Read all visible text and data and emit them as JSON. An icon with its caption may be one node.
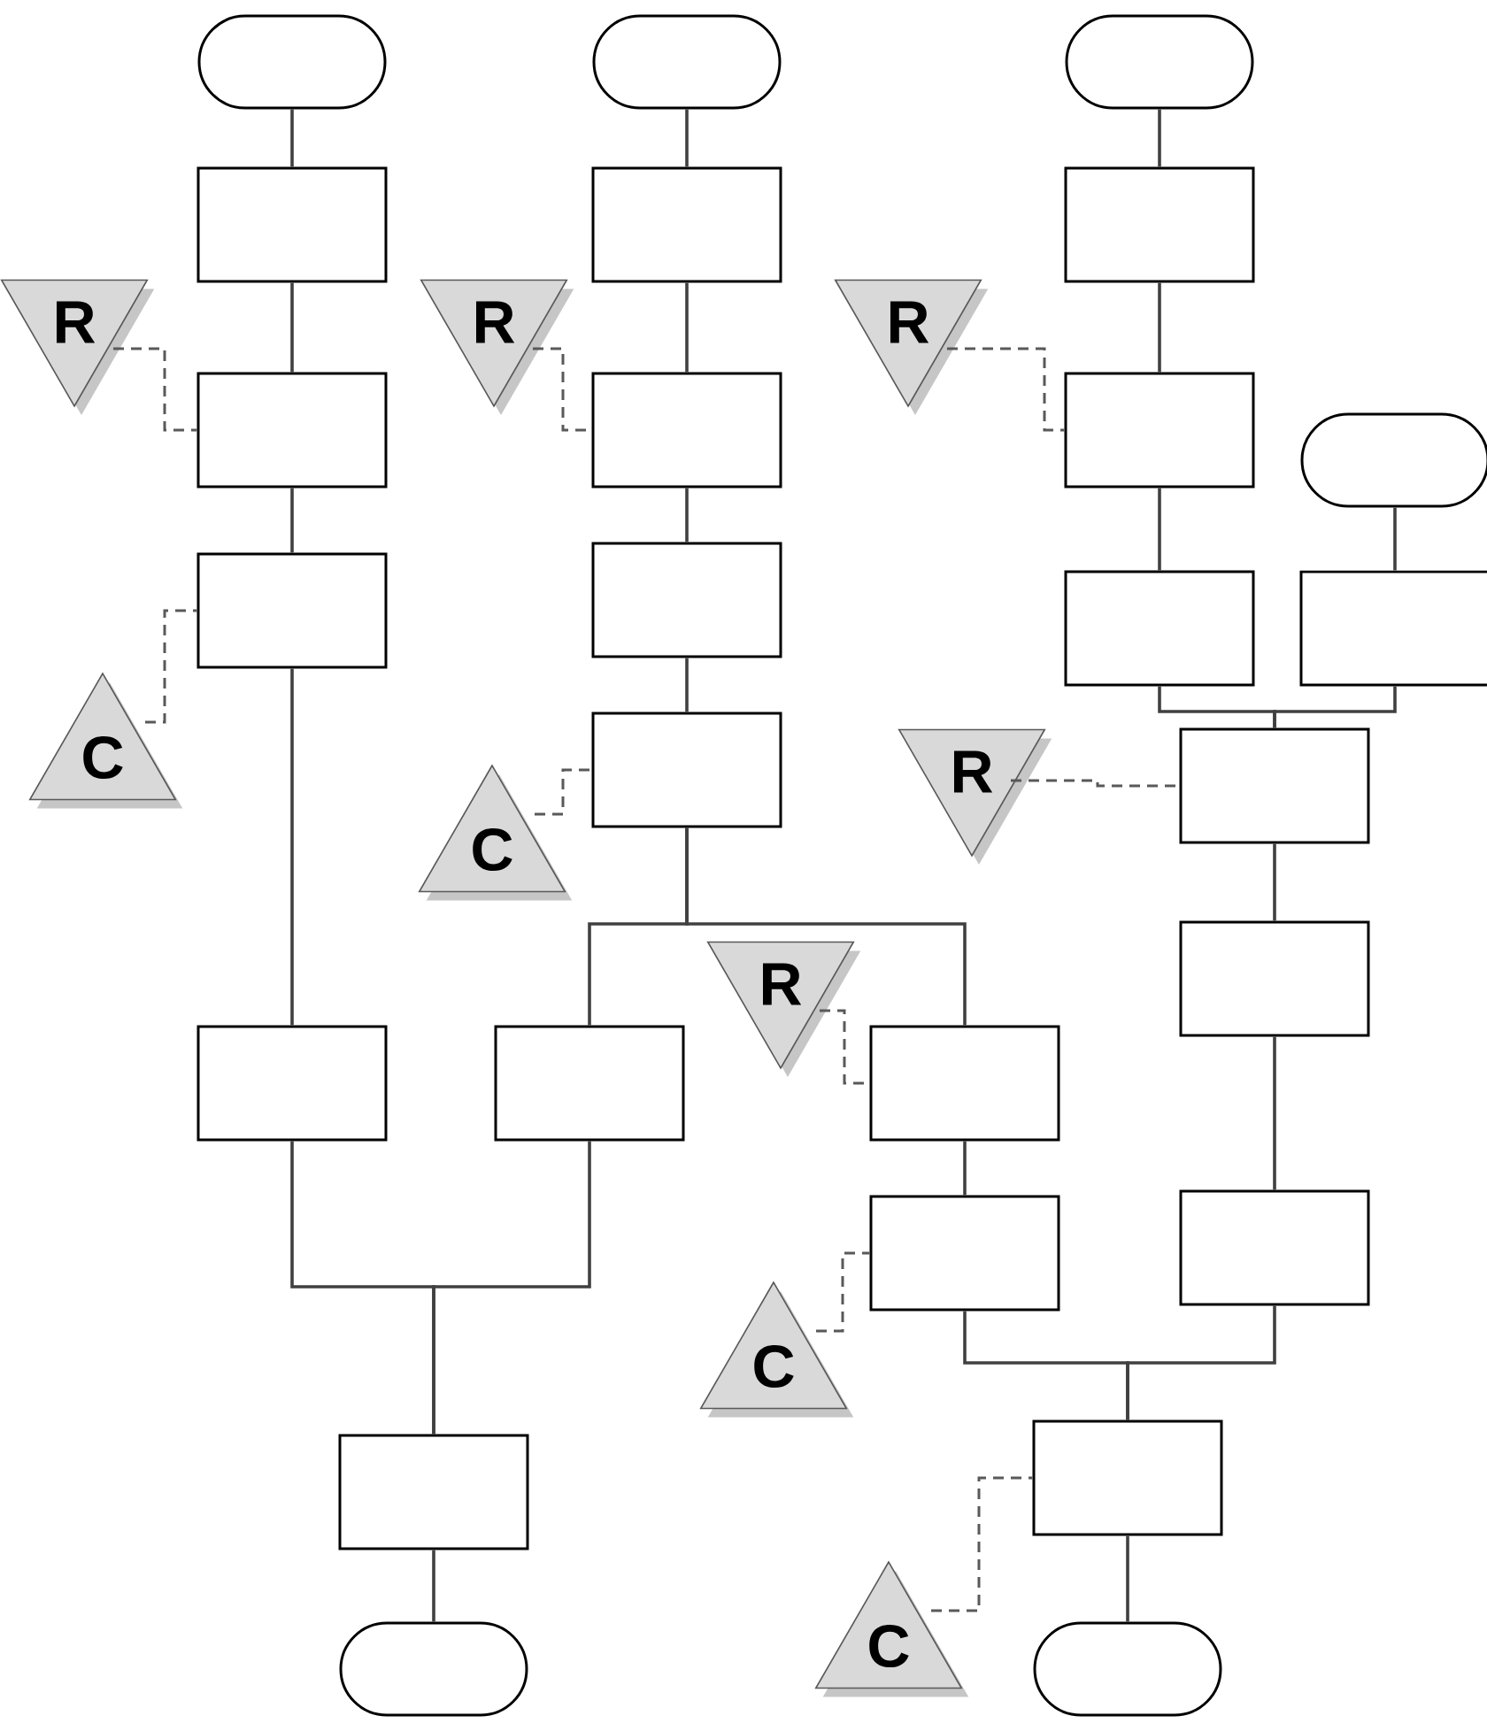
{
  "diagram": {
    "nodes": [
      {
        "text": [],
        "shape": "terminal"
      },
      {
        "text": [],
        "shape": "box"
      },
      {
        "text": [],
        "shape": "box"
      },
      {
        "text": [],
        "shape": "box"
      },
      {
        "text": [],
        "shape": "box"
      },
      {
        "text": [],
        "shape": "terminal"
      },
      {
        "text": [],
        "shape": "box"
      },
      {
        "text": [],
        "shape": "box"
      },
      {
        "text": [],
        "shape": "box"
      },
      {
        "text": [],
        "shape": "box"
      },
      {
        "text": [],
        "shape": "box"
      },
      {
        "text": [],
        "shape": "box"
      },
      {
        "text": [],
        "shape": "box"
      },
      {
        "text": [],
        "shape": "terminal"
      },
      {
        "text": [],
        "shape": "box"
      },
      {
        "text": [],
        "shape": "box"
      },
      {
        "text": [],
        "shape": "terminal"
      },
      {
        "text": [],
        "shape": "box"
      },
      {
        "text": [],
        "shape": "box"
      },
      {
        "text": [],
        "shape": "box"
      },
      {
        "text": [],
        "shape": "box"
      },
      {
        "text": [],
        "shape": "box"
      },
      {
        "text": [],
        "shape": "box"
      },
      {
        "text": [],
        "shape": "terminal"
      },
      {
        "text": [],
        "shape": "box"
      },
      {
        "text": [],
        "shape": "terminal"
      },
      {
        "text": [
          "R"
        ]
      },
      {
        "text": [
          "C"
        ]
      },
      {
        "text": [
          "R"
        ]
      },
      {
        "text": [
          "C"
        ]
      },
      {
        "text": [
          "R"
        ]
      },
      {
        "text": [
          "R"
        ]
      },
      {
        "text": [
          "R"
        ]
      },
      {
        "text": [
          "C"
        ]
      },
      {
        "text": [
          "C"
        ]
      }
    ],
    "edges": [
      {
        "from": 0,
        "to": 1,
        "arrow": "none"
      },
      {
        "from": 1,
        "to": 2,
        "arrow": "none"
      },
      {
        "from": 2,
        "to": 3,
        "arrow": "none"
      },
      {
        "from": 3,
        "to": 4,
        "arrow": "none"
      },
      {
        "from": 5,
        "to": 6,
        "arrow": "none"
      },
      {
        "from": 6,
        "to": 7,
        "arrow": "none"
      },
      {
        "from": 7,
        "to": 8,
        "arrow": "none"
      },
      {
        "from": 8,
        "to": 9,
        "arrow": "none"
      },
      {
        "from": 9,
        "to": 10,
        "arrow": "none"
      },
      {
        "from": 9,
        "to": 11,
        "arrow": "none"
      },
      {
        "from": 11,
        "to": 12,
        "arrow": "none"
      },
      {
        "from": 13,
        "to": 14,
        "arrow": "none"
      },
      {
        "from": 14,
        "to": 15,
        "arrow": "none"
      },
      {
        "from": 15,
        "to": 17,
        "arrow": "none"
      },
      {
        "from": 16,
        "to": 18,
        "arrow": "none"
      },
      {
        "from": 17,
        "to": 19,
        "arrow": "none"
      },
      {
        "from": 18,
        "to": 19,
        "arrow": "none"
      },
      {
        "from": 19,
        "to": 20,
        "arrow": "none"
      },
      {
        "from": 20,
        "to": 21,
        "arrow": "none"
      },
      {
        "from": 4,
        "to": 24,
        "arrow": "none"
      },
      {
        "from": 10,
        "to": 24,
        "arrow": "none"
      },
      {
        "from": 24,
        "to": 25,
        "arrow": "none"
      },
      {
        "from": 12,
        "to": 22,
        "arrow": "none"
      },
      {
        "from": 21,
        "to": 22,
        "arrow": "none"
      },
      {
        "from": 22,
        "to": 23,
        "arrow": "none"
      },
      {
        "from": 26,
        "to": 2,
        "arrow": "none",
        "style": "dashed"
      },
      {
        "from": 27,
        "to": 3,
        "arrow": "none",
        "style": "dashed"
      },
      {
        "from": 28,
        "to": 7,
        "arrow": "none",
        "style": "dashed"
      },
      {
        "from": 29,
        "to": 9,
        "arrow": "none",
        "style": "dashed"
      },
      {
        "from": 30,
        "to": 15,
        "arrow": "none",
        "style": "dashed"
      },
      {
        "from": 31,
        "to": 19,
        "arrow": "none",
        "style": "dashed"
      },
      {
        "from": 32,
        "to": 11,
        "arrow": "none",
        "style": "dashed"
      },
      {
        "from": 33,
        "to": 12,
        "arrow": "none",
        "style": "dashed"
      },
      {
        "from": 34,
        "to": 22,
        "arrow": "none",
        "style": "dashed"
      }
    ]
  }
}
